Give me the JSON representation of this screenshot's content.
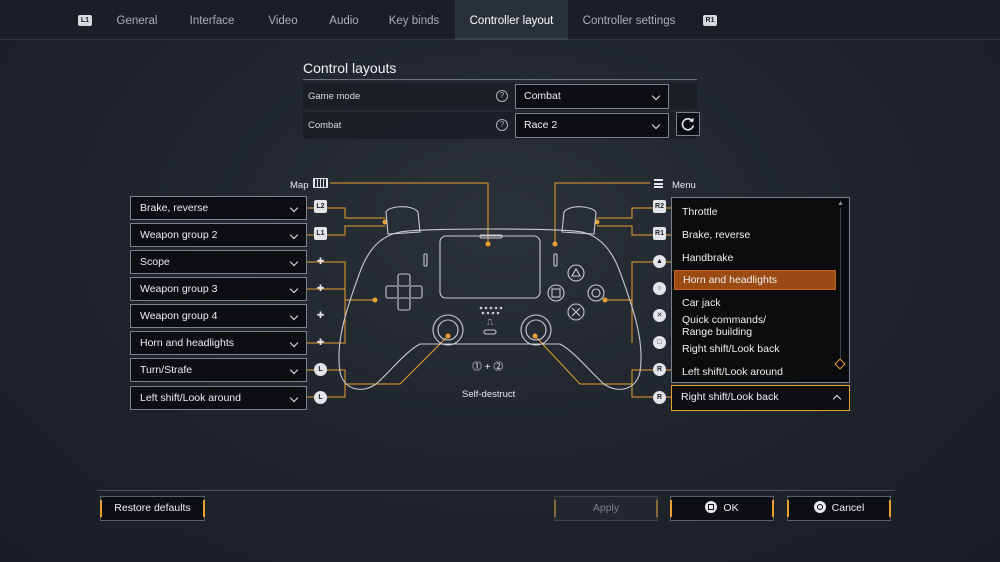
{
  "tabs": {
    "left_bumper": "L1",
    "right_bumper": "R1",
    "items": [
      "General",
      "Interface",
      "Video",
      "Audio",
      "Key binds",
      "Controller layout",
      "Controller settings"
    ],
    "active": "Controller layout"
  },
  "control_layouts": {
    "title": "Control layouts",
    "game_mode_label": "Game mode",
    "game_mode_value": "Combat",
    "combat_label": "Combat",
    "combat_value": "Race 2",
    "help_glyph": "?"
  },
  "controller": {
    "map_label": "Map",
    "menu_label": "Menu",
    "self_destruct_label": "Self-destruct",
    "left_glyphs": [
      "L2",
      "L1"
    ],
    "right_glyphs": [
      "R2",
      "R1"
    ]
  },
  "left_bindings": [
    "Brake, reverse",
    "Weapon group 2",
    "Scope",
    "Weapon group 3",
    "Weapon group 4",
    "Horn and headlights",
    "Turn/Strafe",
    "Left shift/Look around"
  ],
  "right_list": {
    "items": [
      "Throttle",
      "Brake, reverse",
      "Handbrake",
      "Horn and headlights",
      "Car jack",
      "Quick commands/",
      "Range building",
      "Right shift/Look back",
      "Left shift/Look around"
    ],
    "selected": "Horn and headlights",
    "current_value": "Right shift/Look back"
  },
  "footer": {
    "restore": "Restore defaults",
    "apply": "Apply",
    "ok": "OK",
    "cancel": "Cancel"
  },
  "colors": {
    "accent": "#e8a032",
    "selection": "#9a4a12",
    "background": "#22272e"
  }
}
